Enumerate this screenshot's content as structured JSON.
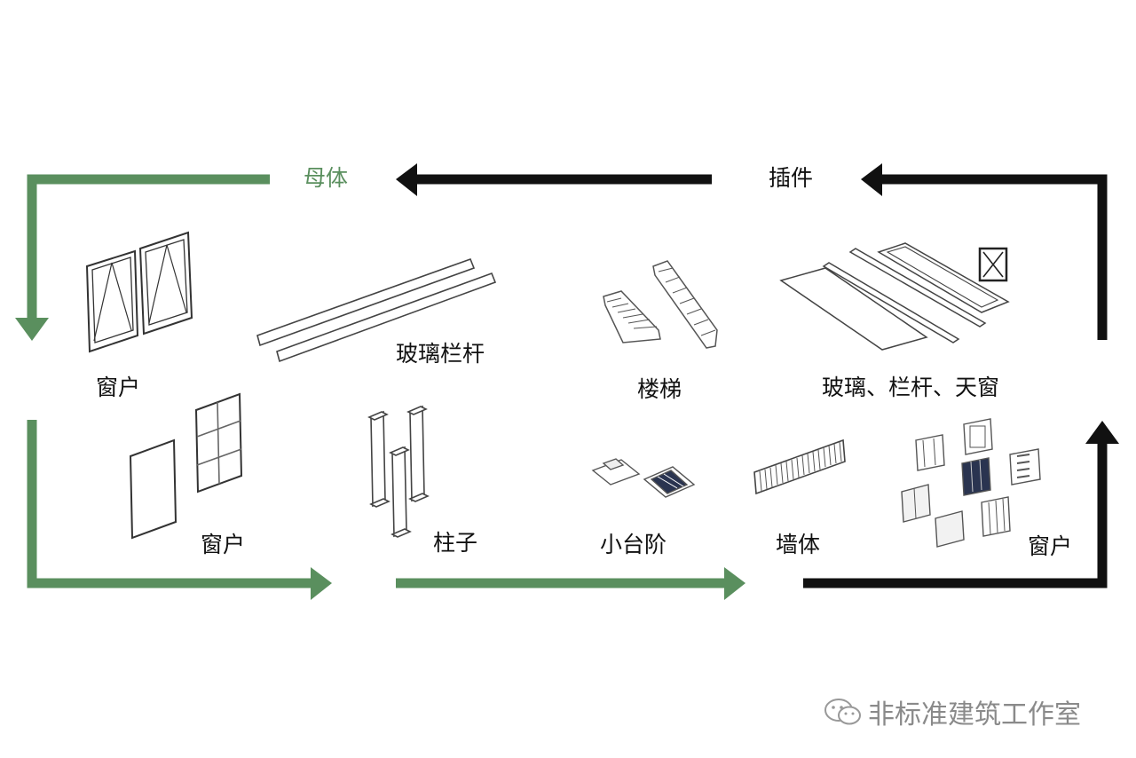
{
  "colors": {
    "green": "#5a8f5e",
    "black": "#111111",
    "line": "#333333"
  },
  "flow": {
    "host_label": "母体",
    "insert_label": "插件"
  },
  "labels": {
    "window_top_left": "窗户",
    "glass_railing": "玻璃栏杆",
    "stairs": "楼梯",
    "glass_railing_skylight": "玻璃、栏杆、天窗",
    "window_mid_left": "窗户",
    "column": "柱子",
    "small_steps": "小台阶",
    "wall": "墙体",
    "window_right": "窗户"
  },
  "watermark": {
    "text": "非标准建筑工作室",
    "icon": "wechat-icon"
  }
}
